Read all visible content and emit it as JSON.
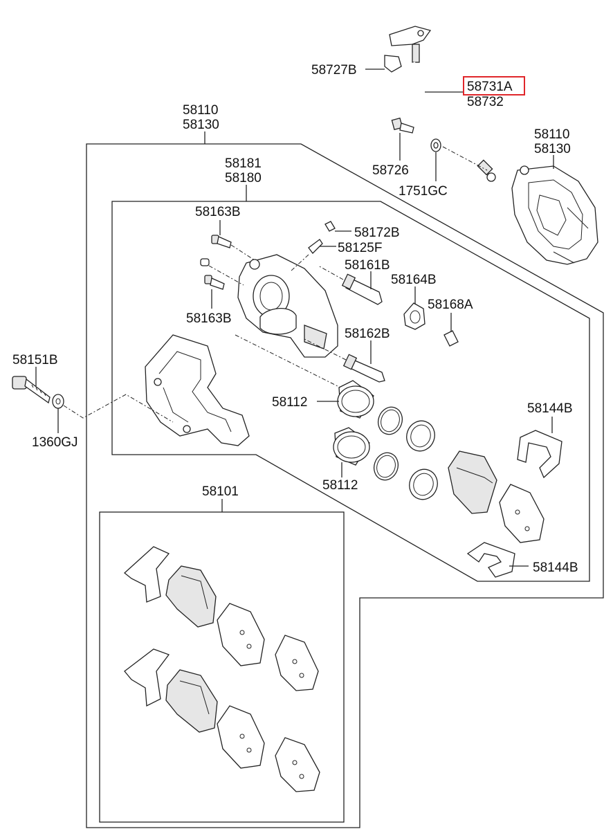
{
  "labels": {
    "p58727B": "58727B",
    "p58731A": "58731A",
    "p58732": "58732",
    "p58110_top": "58110",
    "p58130_top": "58130",
    "p58726": "58726",
    "p1751GC": "1751GC",
    "p58110_right": "58110",
    "p58130_right": "58130",
    "p58181": "58181",
    "p58180": "58180",
    "p58163B_top": "58163B",
    "p58172B": "58172B",
    "p58125F": "58125F",
    "p58161B": "58161B",
    "p58164B": "58164B",
    "p58168A": "58168A",
    "p58163B_bottom": "58163B",
    "p58162B": "58162B",
    "p58151B": "58151B",
    "p1360GJ": "1360GJ",
    "p58112_top": "58112",
    "p58112_bottom": "58112",
    "p58144B_top": "58144B",
    "p58144B_bottom": "58144B",
    "p58101": "58101"
  },
  "highlight": {
    "part": "58731A",
    "color": "#e0262a"
  }
}
